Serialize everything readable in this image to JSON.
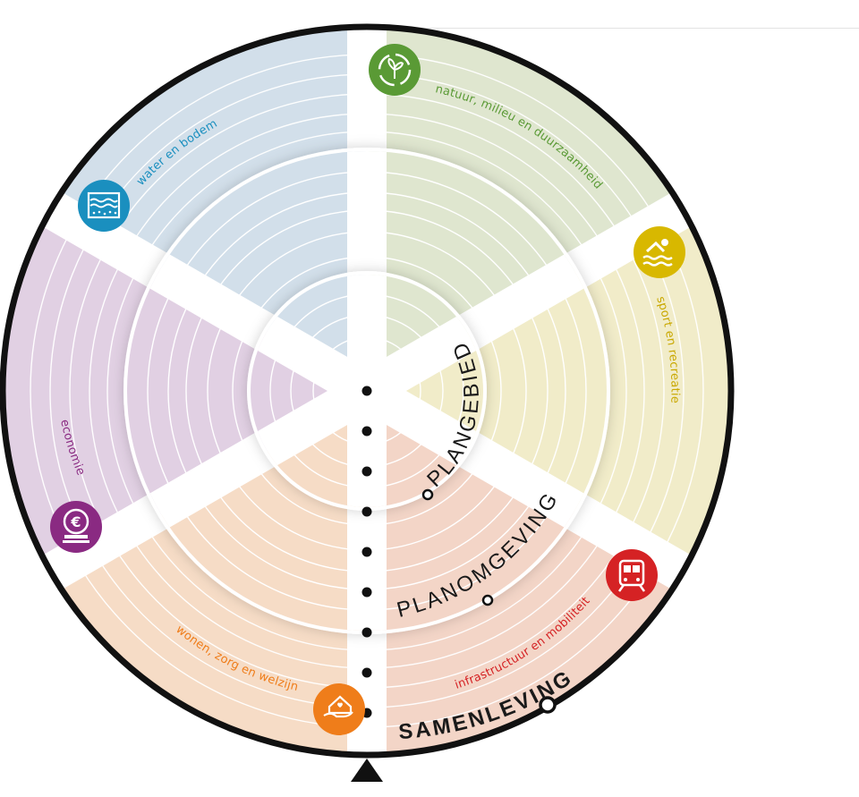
{
  "rings": {
    "inner": "PLANGEBIED",
    "middle": "PLANOMGEVING",
    "outer": "SAMENLEVING"
  },
  "segments": [
    {
      "key": "natuur",
      "label": "natuur, milieu en duurzaamheid",
      "color": "#5a9a35",
      "fill": "#dfe6cf",
      "icon": "recycle-plant-icon"
    },
    {
      "key": "sport",
      "label": "sport en recreatie",
      "color": "#d8b800",
      "fill": "#f1ecc9",
      "icon": "swimmer-icon"
    },
    {
      "key": "infra",
      "label": "infrastructuur en mobiliteit",
      "color": "#d52224",
      "fill": "#f3d5c7",
      "icon": "train-icon"
    },
    {
      "key": "wonen",
      "label": "wonen, zorg en welzijn",
      "color": "#ef7d1a",
      "fill": "#f6dcc6",
      "icon": "hand-house-icon"
    },
    {
      "key": "economie",
      "label": "economie",
      "color": "#8a2a82",
      "fill": "#e1d0e3",
      "icon": "euro-coin-icon"
    },
    {
      "key": "water",
      "label": "water en bodem",
      "color": "#1a8fbf",
      "fill": "#d2dfea",
      "icon": "water-soil-icon"
    }
  ],
  "icon_glyphs": {
    "euro": "€"
  }
}
